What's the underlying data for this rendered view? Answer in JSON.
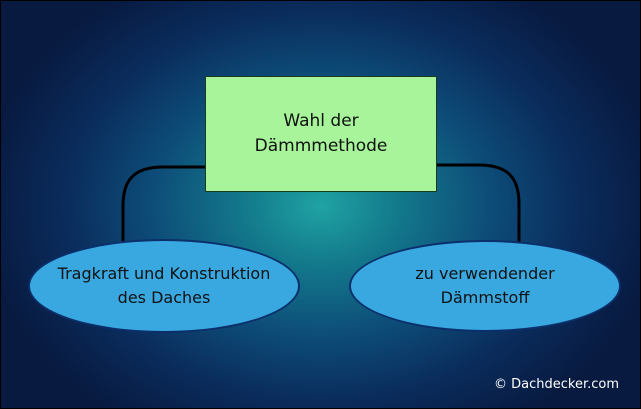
{
  "diagram": {
    "center_node": {
      "line1": "Wahl der",
      "line2": "Dämmmethode"
    },
    "left_node": {
      "line1": "Tragkraft und Konstruktion",
      "line2": "des Daches"
    },
    "right_node": {
      "line1": "zu verwendender",
      "line2": "Dämmstoff"
    }
  },
  "copyright": "© Dachdecker.com",
  "colors": {
    "center_fill": "#a7f49a",
    "ellipse_fill": "#39a8e0",
    "background_center": "#1fa3a3",
    "background_edge": "#081a40",
    "connector": "#000000"
  }
}
